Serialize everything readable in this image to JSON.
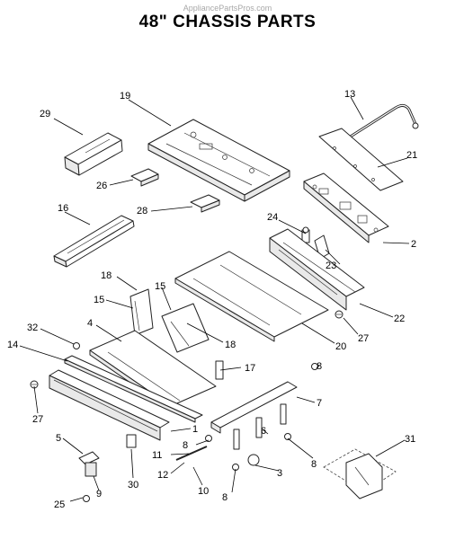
{
  "watermark": "AppliancePartsPros.com",
  "title": "48\" CHASSIS PARTS",
  "callouts": {
    "c1": "1",
    "c2": "2",
    "c3": "3",
    "c4": "4",
    "c5": "5",
    "c6": "6",
    "c7": "7",
    "c8a": "8",
    "c8b": "8",
    "c8c": "8",
    "c8d": "8",
    "c9": "9",
    "c10": "10",
    "c11": "11",
    "c12": "12",
    "c13": "13",
    "c14": "14",
    "c15a": "15",
    "c15b": "15",
    "c16": "16",
    "c17": "17",
    "c18a": "18",
    "c18b": "18",
    "c19": "19",
    "c20": "20",
    "c21": "21",
    "c22": "22",
    "c23": "23",
    "c24": "24",
    "c25": "25",
    "c26": "26",
    "c27a": "27",
    "c27b": "27",
    "c28": "28",
    "c29": "29",
    "c30": "30",
    "c31": "31",
    "c32": "32"
  }
}
